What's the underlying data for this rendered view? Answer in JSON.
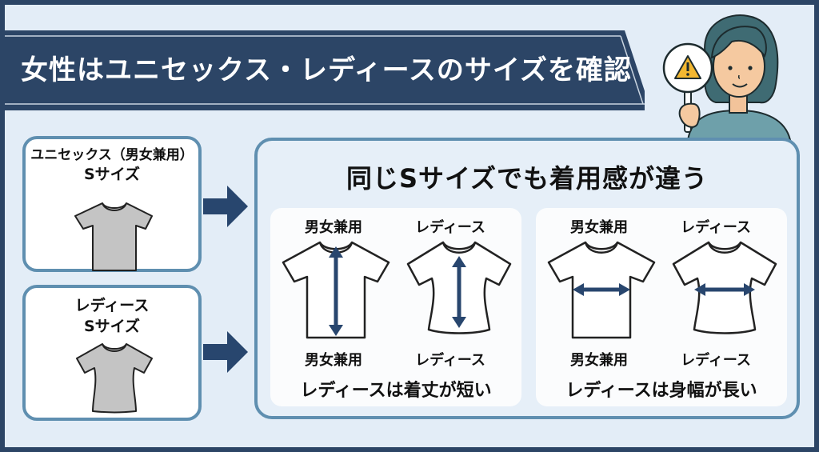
{
  "header": {
    "title": "女性はユニセックス・レディースのサイズを確認"
  },
  "mascot": {
    "icon": "warning-sign-icon",
    "description": "woman holding warning sign"
  },
  "left_cards": [
    {
      "title_line1": "ユニセックス（男女兼用）",
      "title_line2": "Sサイズ",
      "shirt": "unisex-tshirt-icon"
    },
    {
      "title_line1": "レディース",
      "title_line2": "Sサイズ",
      "shirt": "ladies-tshirt-icon"
    }
  ],
  "comparison": {
    "title": "同じSサイズでも着用感が違う",
    "panels": [
      {
        "top_labels": [
          "男女兼用",
          "レディース"
        ],
        "bottom_labels": [
          "男女兼用",
          "レディース"
        ],
        "caption": "レディースは着丈が短い",
        "measure": "length"
      },
      {
        "top_labels": [
          "男女兼用",
          "レディース"
        ],
        "bottom_labels": [
          "男女兼用",
          "レディース"
        ],
        "caption": "レディースは身幅が長い",
        "measure": "width"
      }
    ]
  },
  "colors": {
    "navy": "#2c4566",
    "frame_blue": "#5f8fb0",
    "background": "#e3edf7",
    "shirt_gray": "#c4c4c4",
    "arrow_navy": "#28466e"
  }
}
